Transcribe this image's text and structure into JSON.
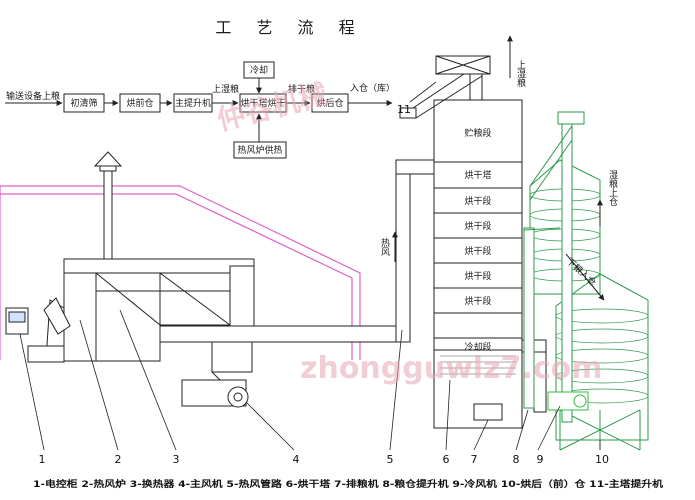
{
  "title": "工  艺  流  程",
  "flow": {
    "input_label": "输送设备上粮",
    "box_cleaner": "初清筛",
    "box_pre_bin": "烘前仓",
    "box_main_elevator": "主提升机",
    "label_up_wet": "上湿粮",
    "box_dryer": "烘干塔烘干",
    "box_cooling": "冷却",
    "box_heat": "热风炉供热",
    "label_discharge": "排干粮",
    "box_post_bin": "烘后仓",
    "label_storage": "入仓（库）"
  },
  "tower_sections": [
    "贮粮段",
    "烘干塔",
    "烘干段",
    "烘干段",
    "烘干段",
    "烘干段",
    "烘干段",
    "冷却段"
  ],
  "side_labels": {
    "up_wet_top": "上湿粮",
    "hot_air": "热风",
    "wet_to_bin": "湿粮上仓",
    "down_to_bin": "下粮入仓"
  },
  "callouts": [
    "1",
    "2",
    "3",
    "4",
    "5",
    "6",
    "7",
    "8",
    "9",
    "10",
    "11"
  ],
  "caption": "1-电控柜 2-热风炉 3-换热器 4-主风机 5-热风管路 6-烘干塔 7-排粮机 8-粮仓提升机 9-冷风机 10-烘后（前）仓 11-主塔提升机",
  "watermark_cn": "仲谷机械",
  "watermark_url": "zhongguwlz7.com"
}
